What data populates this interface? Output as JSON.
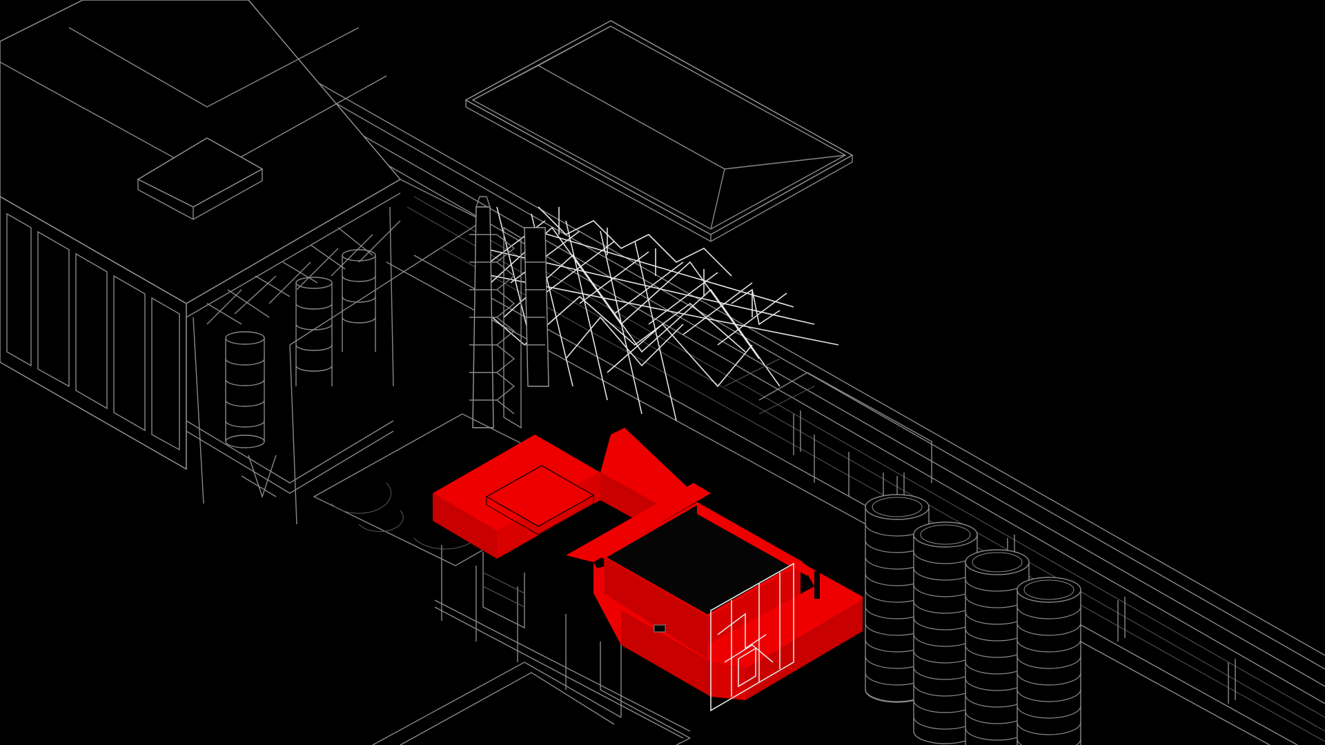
{
  "drawing": {
    "kind": "axonometric-exploded-view",
    "background": "#000000",
    "line_color": "#8a8a8a",
    "accent_color": "#ee0000",
    "elements": [
      {
        "name": "warehouse-building"
      },
      {
        "name": "exploded-roof-panel"
      },
      {
        "name": "steel-space-frame"
      },
      {
        "name": "smokestack-tower"
      },
      {
        "name": "red-intervention-volume"
      },
      {
        "name": "cylindrical-silo-row"
      },
      {
        "name": "pipe-rack"
      }
    ]
  }
}
